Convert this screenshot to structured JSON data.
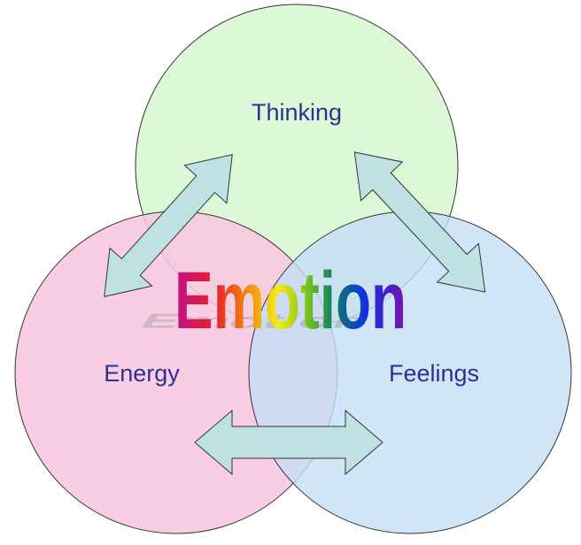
{
  "diagram": {
    "center_label": "Emotion",
    "circles": [
      {
        "label": "Thinking",
        "color": "#DDF8D6"
      },
      {
        "label": "Energy",
        "color": "#F8C6E0"
      },
      {
        "label": "Feelings",
        "color": "#C4DEF6"
      }
    ],
    "arrow_color": "#BFE1E1",
    "label_color": "#2E3192",
    "gradient": [
      "#C0108C",
      "#E8202A",
      "#F08A10",
      "#F4EC10",
      "#70C020",
      "#108060",
      "#1030E0",
      "#8010B0"
    ]
  }
}
